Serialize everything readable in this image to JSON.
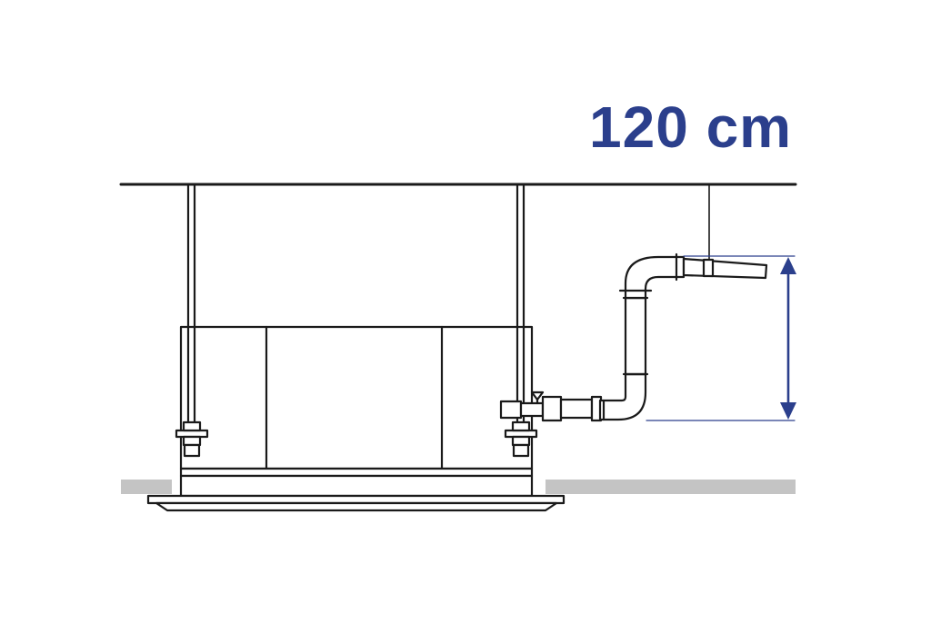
{
  "dimension": {
    "label": "120 cm",
    "color": "#2b3f8c"
  },
  "colors": {
    "line": "#1a1a1a",
    "ceiling_board": "#c4c4c4",
    "accent": "#2b3f8c"
  },
  "icons": {
    "unit": "cassette-air-conditioner",
    "pipe": "condensate-drain-pipe",
    "arrow": "double-headed-vertical-arrow"
  }
}
